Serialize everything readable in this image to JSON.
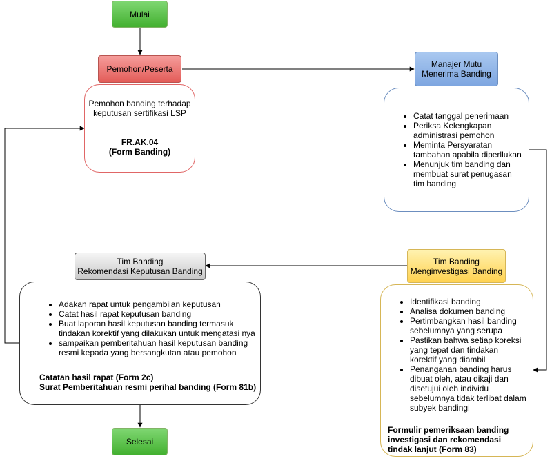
{
  "nodes": {
    "start": "Mulai",
    "applicant": "Pemohon/Peserta",
    "manager_line1": "Manajer Mutu",
    "manager_line2": "Menerima Banding",
    "team_rec_line1": "Tim Banding",
    "team_rec_line2": "Rekomendasi Keputusan Banding",
    "team_inv_line1": "Tim Banding",
    "team_inv_line2": "Menginvestigasi Banding",
    "end": "Selesai"
  },
  "applicant_card": {
    "line1": "Pemohon banding terhadap",
    "line2": "keputusan sertifikasi LSP",
    "form_line1": "FR.AK.04",
    "form_line2": "(Form Banding)"
  },
  "manager_card": {
    "items": [
      "Catat tanggal penerimaan",
      "Periksa Kelengkapan administrasi pemohon",
      "Meminta Persyaratan tambahan apabila diperllukan",
      "Menunjuk tim banding dan membuat surat penugasan tim banding"
    ]
  },
  "team_rec_card": {
    "items": [
      "Adakan rapat untuk pengambilan keputusan",
      "Catat hasil rapat keputusan banding",
      "Buat laporan hasil keputusan banding termasuk tindakan korektif yang dilakukan untuk mengatasi nya",
      "sampaikan pemberitahuan hasil  keputusan banding resmi kepada yang bersangkutan atau pemohon"
    ],
    "note_line1": "Catatan hasil rapat (Form 2c)",
    "note_line2": "Surat Pemberitahuan resmi perihal banding (Form 81b)"
  },
  "team_inv_card": {
    "items": [
      "Identifikasi banding",
      "Analisa dokumen banding",
      "Pertimbangkan hasil banding sebelumnya yang serupa",
      "Pastikan bahwa setiap koreksi yang tepat dan tindakan korektif yang diambil",
      "Penanganan banding harus dibuat oleh, atau dikaji dan disetujui oleh individu sebelumnya tidak terlibat dalam subyek bandingi"
    ],
    "note": "Formulir pemeriksaan banding investigasi dan rekomendasi tindak lanjut (Form 83)"
  },
  "colors": {
    "start_end": "#58c343",
    "applicant": "#ea6b66",
    "manager": "#7ea6e0",
    "team_rec": "#dadada",
    "team_inv": "#ffd966",
    "applicant_card_border": "#e06666",
    "manager_card_border": "#6c8ebf",
    "team_rec_card_border": "#333333",
    "team_inv_card_border": "#d6b656"
  }
}
